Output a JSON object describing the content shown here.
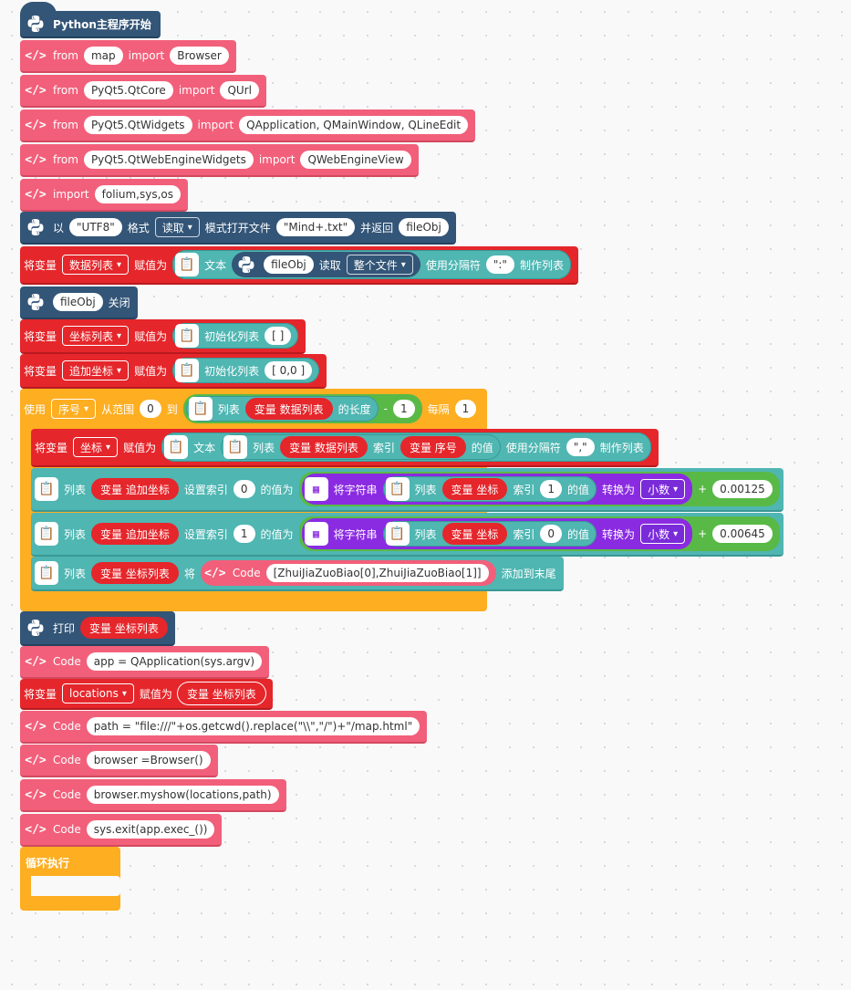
{
  "blocks": {
    "b1": {
      "text": "Python主程序开始"
    },
    "b2": {
      "from": "from",
      "module": "map",
      "import": "import",
      "name": "Browser"
    },
    "b3": {
      "from": "from",
      "module": "PyQt5.QtCore",
      "import": "import",
      "name": "QUrl"
    },
    "b4": {
      "from": "from",
      "module": "PyQt5.QtWidgets",
      "import": "import",
      "name": "QApplication, QMainWindow, QLineEdit"
    },
    "b5": {
      "from": "from",
      "module": "PyQt5.QtWebEngineWidgets",
      "import": "import",
      "name": "QWebEngineView"
    },
    "b6": {
      "import": "import",
      "name": "folium,sys,os"
    },
    "b7": {
      "by": "以",
      "encoding": "UTF8",
      "format": "格式",
      "mode": "读取",
      "open_file": "模式打开文件",
      "filename": "Mind+.txt",
      "return_and": "并返回",
      "obj": "fileObj"
    },
    "b8": {
      "set": "将变量",
      "var": "数据列表",
      "assign": "赋值为",
      "text": "文本",
      "obj": "fileObj",
      "read": "读取",
      "whole": "整个文件",
      "use_sep": "使用分隔符",
      "sep": ":",
      "make_list": "制作列表"
    },
    "b9": {
      "obj": "fileObj",
      "close": "关闭"
    },
    "b10": {
      "set": "将变量",
      "var": "坐标列表",
      "assign": "赋值为",
      "init": "初始化列表",
      "value": "[   ]"
    },
    "b11": {
      "set": "将变量",
      "var": "追加坐标",
      "assign": "赋值为",
      "init": "初始化列表",
      "value": "[ 0,0 ]"
    },
    "b12": {
      "use": "使用",
      "var": "序号",
      "from_range": "从范围",
      "start": "0",
      "to": "到",
      "list": "列表",
      "listvar": "变量 数据列表",
      "length_of": "的长度",
      "minus": "-",
      "one": "1",
      "step": "每隔",
      "step_val": "1"
    },
    "b13": {
      "set": "将变量",
      "var": "坐标",
      "assign": "赋值为",
      "text": "文本",
      "list": "列表",
      "listvar": "变量 数据列表",
      "index": "索引",
      "idxvar": "变量 序号",
      "value_of": "的值",
      "use_sep": "使用分隔符",
      "sep": ",",
      "make_list": "制作列表"
    },
    "b14": {
      "list": "列表",
      "listvar": "变量 追加坐标",
      "set_index": "设置索引",
      "idx": "0",
      "value_to": "的值为",
      "str": "将字符串",
      "list2": "列表",
      "coordvar": "变量 坐标",
      "index": "索引",
      "idx2": "1",
      "value_of": "的值",
      "convert": "转换为",
      "type": "小数",
      "plus": "+",
      "add": "0.00125"
    },
    "b15": {
      "list": "列表",
      "listvar": "变量 追加坐标",
      "set_index": "设置索引",
      "idx": "1",
      "value_to": "的值为",
      "str": "将字符串",
      "list2": "列表",
      "coordvar": "变量 坐标",
      "index": "索引",
      "idx2": "0",
      "value_of": "的值",
      "convert": "转换为",
      "type": "小数",
      "plus": "+",
      "add": "0.00645"
    },
    "b16": {
      "list": "列表",
      "listvar": "变量 坐标列表",
      "will": "将",
      "code": "Code",
      "code_text": "[ZhuiJiaZuoBiao[0],ZhuiJiaZuoBiao[1]]",
      "append": "添加到末尾"
    },
    "b17": {
      "print": "打印",
      "var": "变量 坐标列表"
    },
    "b18": {
      "code": "Code",
      "text": "app = QApplication(sys.argv)"
    },
    "b19": {
      "set": "将变量",
      "var": "locations",
      "assign": "赋值为",
      "value": "变量 坐标列表"
    },
    "b20": {
      "code": "Code",
      "text": "path = \"file:///\"+os.getcwd().replace(\"\\\\\",\"/\")+\"/map.html\""
    },
    "b21": {
      "code": "Code",
      "text": "browser =Browser()"
    },
    "b22": {
      "code": "Code",
      "text": "browser.myshow(locations,path)"
    },
    "b23": {
      "code": "Code",
      "text": "sys.exit(app.exec_())"
    },
    "b24": {
      "text": "循环执行"
    }
  },
  "icons": {
    "code": "code-icon",
    "python": "python-icon",
    "list": "list-icon",
    "string": "string-icon"
  },
  "colors": {
    "pink": "#f25f7a",
    "navy": "#335577",
    "red": "#e5262b",
    "teal": "#4fb6b2",
    "orange": "#fdae21",
    "purple": "#8a2be2",
    "green": "#59b946"
  }
}
